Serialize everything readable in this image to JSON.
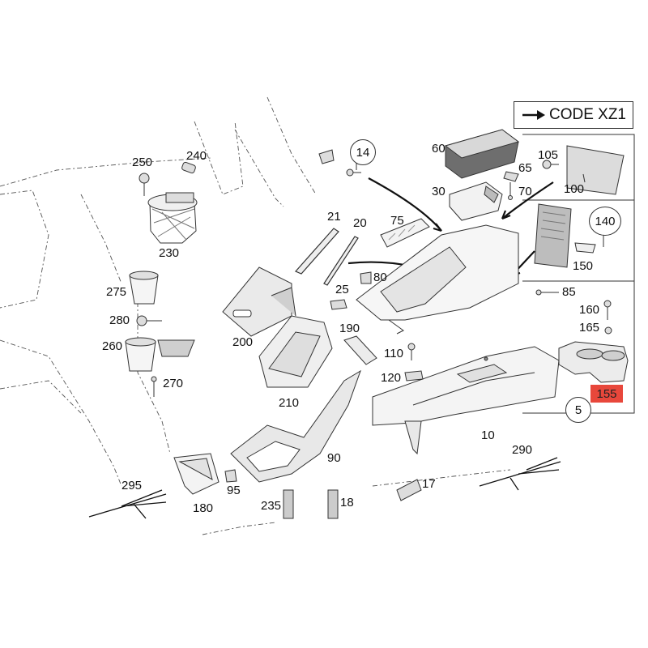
{
  "code_box": {
    "text": "CODE XZ1"
  },
  "callouts": {
    "p5": "5",
    "p10": "10",
    "p14": "14",
    "p17": "17",
    "p18": "18",
    "p20": "20",
    "p21": "21",
    "p25": "25",
    "p30": "30",
    "p60": "60",
    "p65": "65",
    "p70": "70",
    "p75": "75",
    "p80": "80",
    "p85": "85",
    "p90": "90",
    "p95": "95",
    "p100": "100",
    "p105": "105",
    "p110": "110",
    "p120": "120",
    "p140": "140",
    "p150": "150",
    "p155": "155",
    "p160": "160",
    "p165": "165",
    "p180": "180",
    "p190": "190",
    "p200": "200",
    "p210": "210",
    "p230": "230",
    "p235": "235",
    "p240": "240",
    "p250": "250",
    "p260": "260",
    "p270": "270",
    "p275": "275",
    "p280": "280",
    "p290": "290",
    "p295": "295"
  },
  "colors": {
    "highlight": "#e8473b",
    "line": "#333333"
  }
}
